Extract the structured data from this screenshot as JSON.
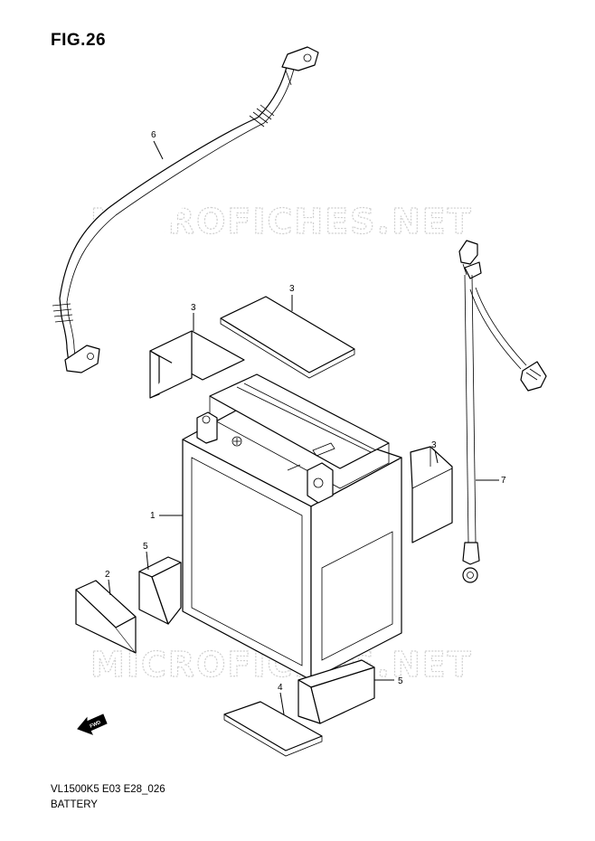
{
  "figure": {
    "title": "FIG.26",
    "model_code": "VL1500K5 E03 E28_026",
    "caption": "BATTERY"
  },
  "watermark": {
    "text": "MICROFICHES.NET",
    "color": "#cfcfcf"
  },
  "callouts": {
    "battery": "1",
    "pad_left": "2",
    "spacer_top": "3",
    "spacer_left": "3",
    "spacer_right": "3",
    "pad_bottom": "4",
    "cushion_left": "5",
    "cushion_bottom": "5",
    "lead_positive": "6",
    "lead_negative": "7"
  },
  "fwd_arrow": {
    "label": "FWD"
  }
}
